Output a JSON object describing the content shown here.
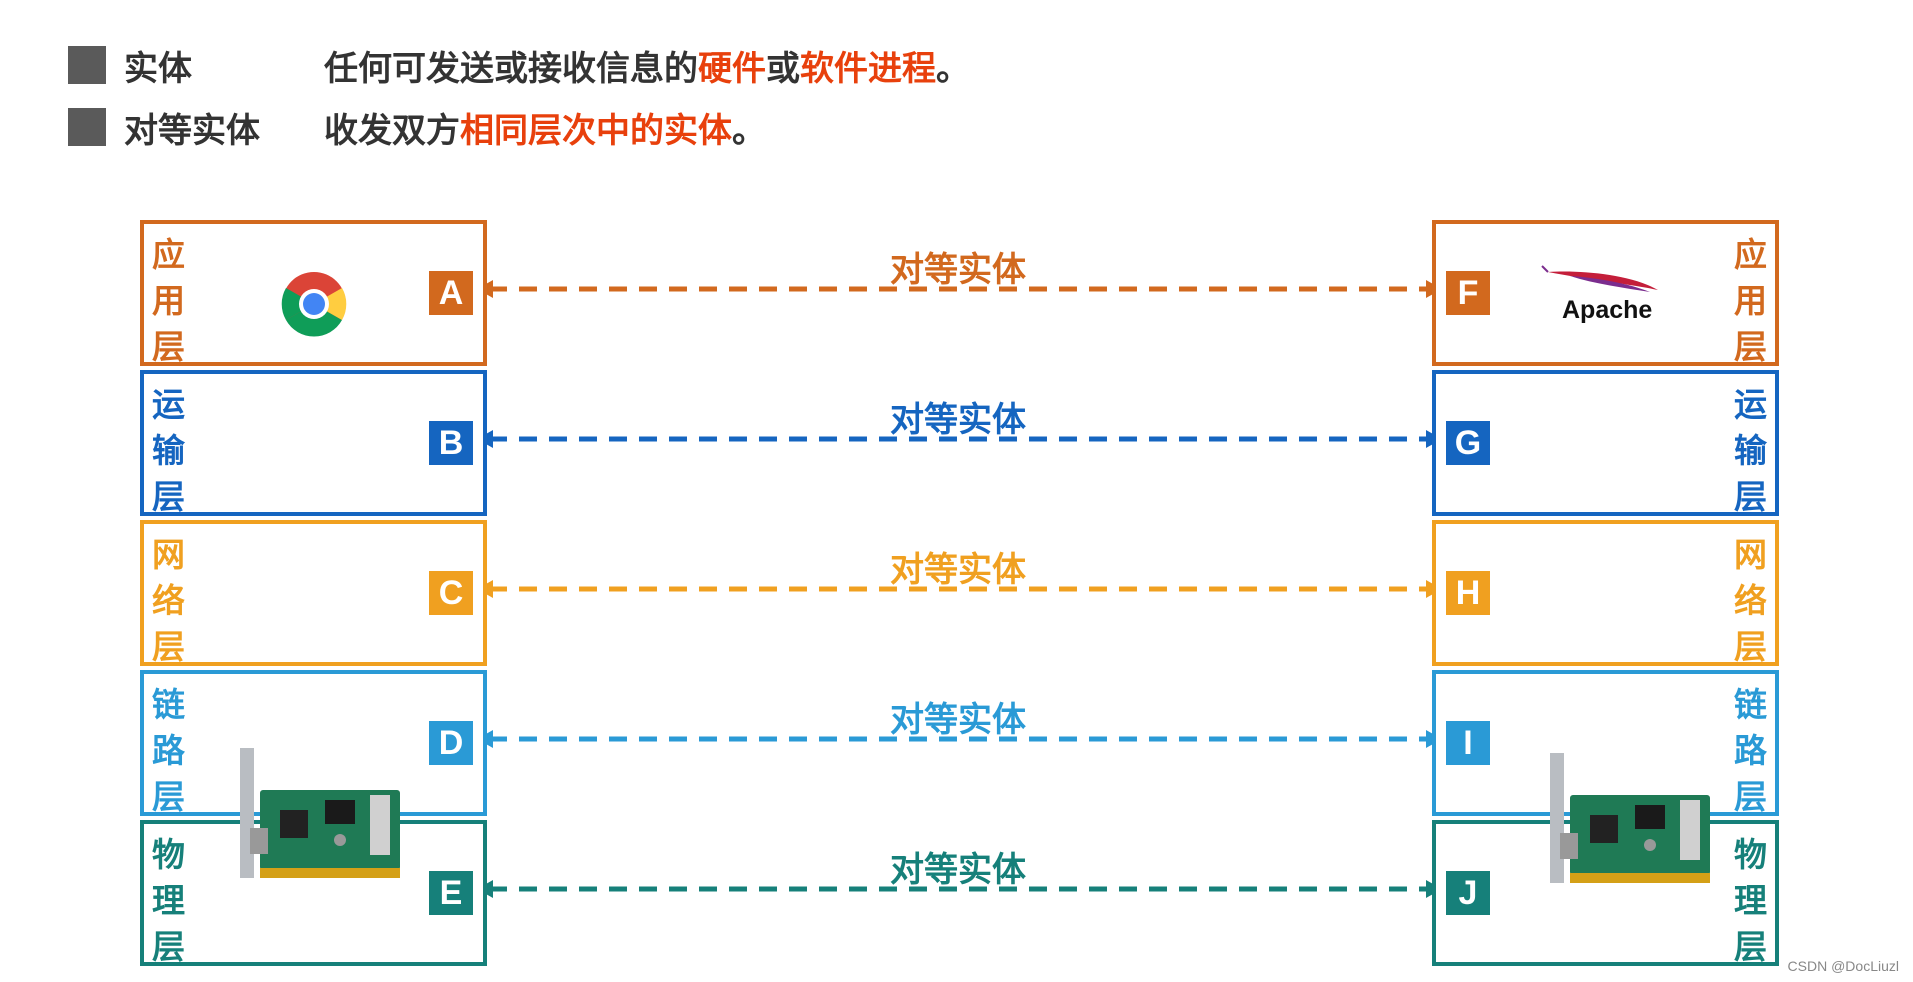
{
  "definitions": [
    {
      "term": "实体",
      "desc_parts": [
        {
          "text": "任何可发送或接收信息的",
          "hl": false
        },
        {
          "text": "硬件",
          "hl": true
        },
        {
          "text": "或",
          "hl": false
        },
        {
          "text": "软件进程",
          "hl": true
        },
        {
          "text": "。",
          "hl": false
        }
      ]
    },
    {
      "term": "对等实体",
      "desc_parts": [
        {
          "text": "收发双方",
          "hl": false
        },
        {
          "text": "相同层次中的实体",
          "hl": true
        },
        {
          "text": "。",
          "hl": false
        }
      ]
    }
  ],
  "layers": [
    {
      "name": [
        "应",
        "用",
        "层"
      ],
      "left_letter": "A",
      "right_letter": "F",
      "color": "#d2691e",
      "label": "对等实体"
    },
    {
      "name": [
        "运",
        "输",
        "层"
      ],
      "left_letter": "B",
      "right_letter": "G",
      "color": "#1565c0",
      "label": "对等实体"
    },
    {
      "name": [
        "网",
        "络",
        "层"
      ],
      "left_letter": "C",
      "right_letter": "H",
      "color": "#f0a020",
      "label": "对等实体"
    },
    {
      "name": [
        "链",
        "路",
        "层"
      ],
      "left_letter": "D",
      "right_letter": "I",
      "color": "#2a9ad6",
      "label": "对等实体"
    },
    {
      "name": [
        "物",
        "理",
        "层"
      ],
      "left_letter": "E",
      "right_letter": "J",
      "color": "#16807a",
      "label": "对等实体"
    }
  ],
  "apache_logo_text": "Apache",
  "watermark": "CSDN @DocLiuzl"
}
